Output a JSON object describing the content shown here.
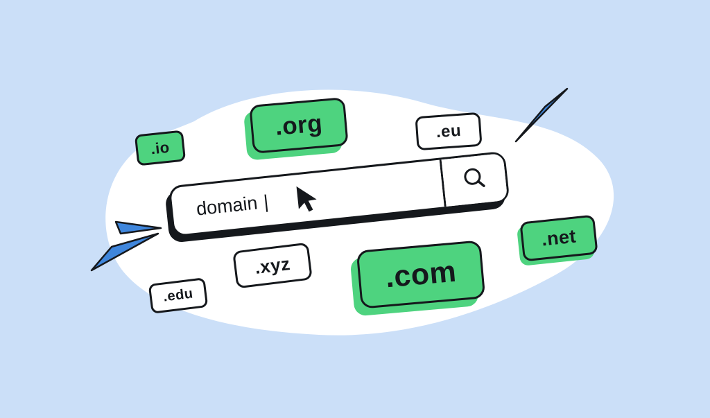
{
  "colors": {
    "background": "#cbdff8",
    "blob": "#ffffff",
    "badge_green": "#4ed37f",
    "accent_blue": "#3f86dc",
    "ink": "#15181c"
  },
  "icons": {
    "search": "magnifier-icon",
    "pointer": "cursor-arrow-icon",
    "sparkles": "blue-triangle-sparks"
  },
  "search_bar": {
    "value": "domain",
    "caret": "|"
  },
  "badges": [
    {
      "id": "io",
      "label": ".io",
      "variant": "green"
    },
    {
      "id": "org",
      "label": ".org",
      "variant": "green"
    },
    {
      "id": "eu",
      "label": ".eu",
      "variant": "white"
    },
    {
      "id": "net",
      "label": ".net",
      "variant": "green"
    },
    {
      "id": "xyz",
      "label": ".xyz",
      "variant": "white"
    },
    {
      "id": "com",
      "label": ".com",
      "variant": "green"
    },
    {
      "id": "edu",
      "label": ".edu",
      "variant": "white"
    }
  ]
}
